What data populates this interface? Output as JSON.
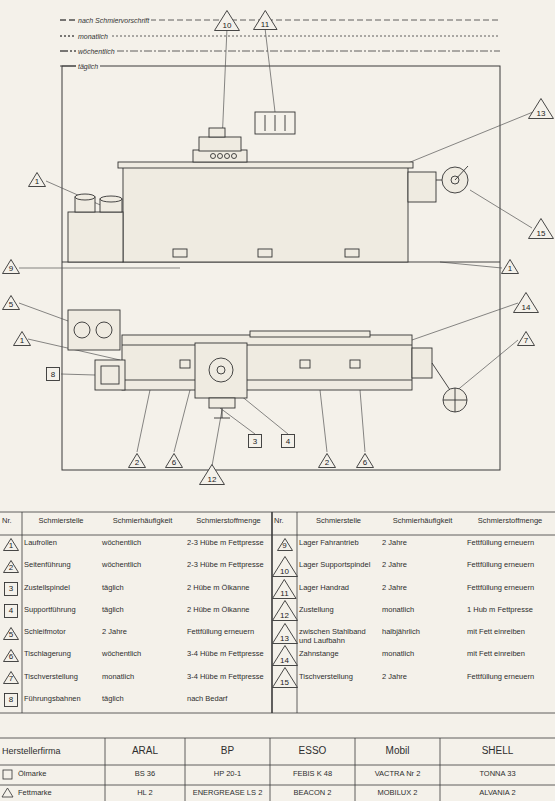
{
  "diagram": {
    "nodes": [
      {
        "text": [
          "10"
        ]
      },
      {
        "text": [
          "11"
        ]
      },
      {
        "text": [
          "13"
        ]
      },
      {
        "text": [
          "1"
        ]
      },
      {
        "text": [
          "15"
        ]
      },
      {
        "text": [
          "9"
        ]
      },
      {
        "text": [
          "1"
        ]
      },
      {
        "text": [
          "5"
        ]
      },
      {
        "text": [
          "14"
        ]
      },
      {
        "text": [
          "1"
        ]
      },
      {
        "text": [
          "7"
        ]
      },
      {
        "text": [
          "8"
        ]
      },
      {
        "text": [
          "3"
        ]
      },
      {
        "text": [
          "4"
        ]
      },
      {
        "text": [
          "2"
        ]
      },
      {
        "text": [
          "6"
        ]
      },
      {
        "text": [
          "2"
        ]
      },
      {
        "text": [
          "6"
        ]
      },
      {
        "text": [
          "12"
        ]
      },
      {
        "text": [
          "1"
        ]
      },
      {
        "text": [
          "2"
        ]
      },
      {
        "text": [
          "3"
        ]
      },
      {
        "text": [
          "4"
        ]
      },
      {
        "text": [
          "5"
        ]
      },
      {
        "text": [
          "6"
        ]
      },
      {
        "text": [
          "7"
        ]
      },
      {
        "text": [
          "8"
        ]
      },
      {
        "text": [
          "9"
        ]
      },
      {
        "text": [
          "10"
        ]
      },
      {
        "text": [
          "11"
        ]
      },
      {
        "text": [
          "12"
        ]
      },
      {
        "text": [
          "13"
        ]
      },
      {
        "text": [
          "14"
        ]
      },
      {
        "text": [
          "15"
        ]
      }
    ],
    "labels": [
      "Nr.",
      "Schmierstelle",
      "Schmierhäufigkeit",
      "Schmierstoffmenge",
      "Laufrollen",
      "wöchentlich",
      "2-3 Hübe m Fettpresse",
      "Seitenführung",
      "wöchentlich",
      "2-3 Hübe m Fettpresse",
      "Zustellspindel",
      "täglich",
      "2 Hübe m Ölkanne",
      "Supportführung",
      "täglich",
      "2 Hübe m Ölkanne",
      "Schleifmotor",
      "2 Jahre",
      "Fettfüllung erneuern",
      "Tischlagerung",
      "wöchentlich",
      "3-4 Hübe m Fettpresse",
      "Tischverstellung",
      "monatlich",
      "3-4 Hübe m Fettpresse",
      "Führungsbahnen",
      "täglich",
      "nach Bedarf",
      "Nr.",
      "Schmierstelle",
      "Schmierhäufigkeit",
      "Schmierstoffmenge",
      "Lager Fahrantrieb",
      "2 Jahre",
      "Fettfüllung erneuern",
      "Lager Supportspindel",
      "2 Jahre",
      "Fettfüllung erneuern",
      "Lager Handrad",
      "2 Jahre",
      "Fettfüllung erneuern",
      "Zustellung",
      "monatlich",
      "1 Hub m Fettpresse",
      "zwischen Stahlband und Laufbahn",
      "halbjährlich",
      "mit Fett einreiben",
      "Zahnstange",
      "monatlich",
      "mit Fett einreiben",
      "Tischverstellung",
      "2 Jahre",
      "Fettfüllung erneuern",
      "Herstellerfirma",
      "ARAL",
      "BP",
      "ESSO",
      "Mobil",
      "SHELL",
      "Ölmarke",
      "BS 36",
      "HP 20-1",
      "FEBIS K 48",
      "VACTRA Nr 2",
      "TONNA 33",
      "Fettmarke",
      "HL 2",
      "ENERGREASE LS 2",
      "BEACON 2",
      "MOBILUX 2",
      "ALVANIA 2"
    ],
    "legend": [
      {
        "text": "nach Schmiervorschrift"
      },
      {
        "text": "monatlich"
      },
      {
        "text": "wöchentlich"
      },
      {
        "text": "täglich"
      }
    ]
  }
}
